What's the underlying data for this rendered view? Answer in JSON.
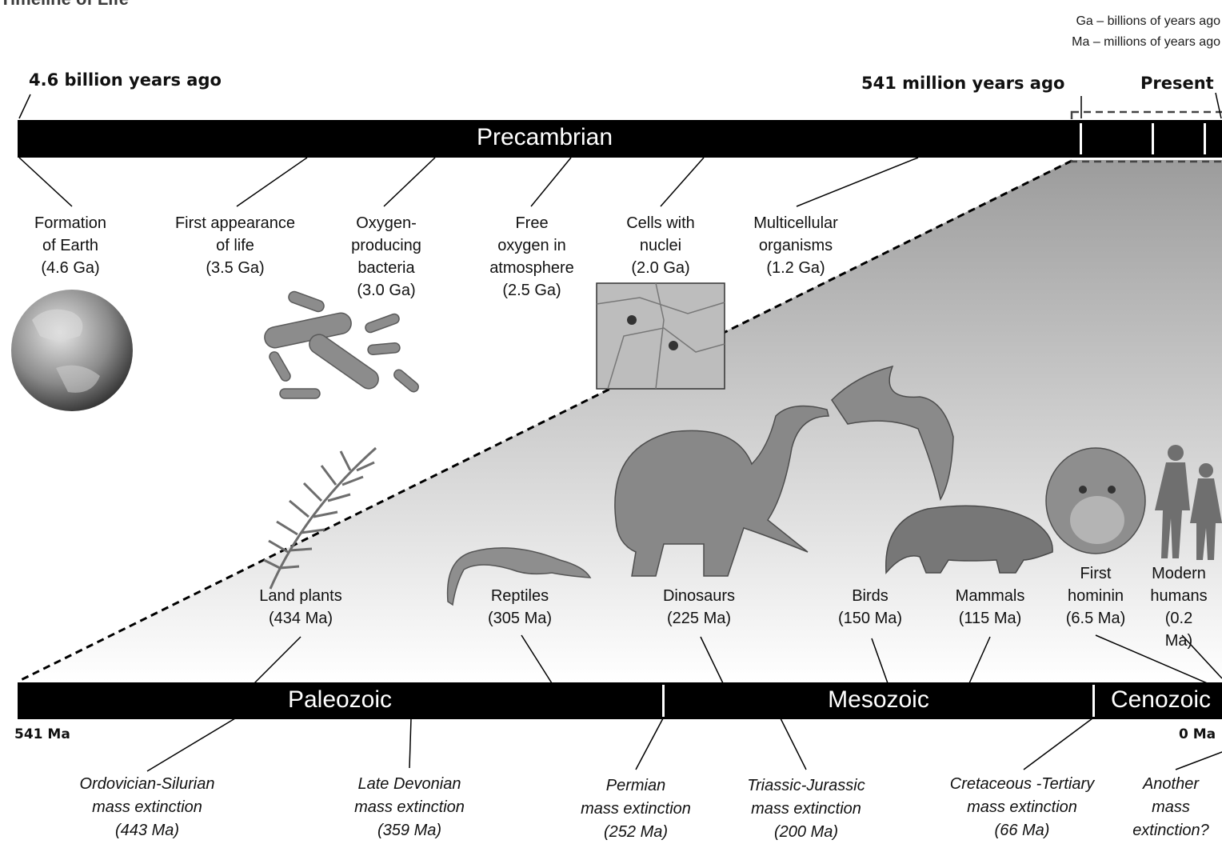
{
  "title": "Timeline of Life",
  "legend": [
    "Ga – billions of years ago",
    "Ma – millions of years ago"
  ],
  "top_bar": {
    "start_label": "4.6 billion years ago",
    "mid_label": "541 million years ago",
    "end_label": "Present",
    "era": "Precambrian"
  },
  "precambrian_events": [
    {
      "text": "Formation\nof Earth\n(4.6 Ga)"
    },
    {
      "text": "First appearance\nof life\n(3.5 Ga)"
    },
    {
      "text": "Oxygen-\nproducing\nbacteria\n(3.0 Ga)"
    },
    {
      "text": "Free\noxygen in\natmosphere\n(2.5 Ga)"
    },
    {
      "text": "Cells with\nnuclei\n(2.0 Ga)"
    },
    {
      "text": "Multicellular\norganisms\n(1.2 Ga)"
    }
  ],
  "phanerozoic_events": [
    {
      "text": "Land plants\n(434 Ma)"
    },
    {
      "text": "Reptiles\n(305 Ma)"
    },
    {
      "text": "Dinosaurs\n(225 Ma)"
    },
    {
      "text": "Birds\n(150 Ma)"
    },
    {
      "text": "Mammals\n(115 Ma)"
    },
    {
      "text": "First\nhominin\n(6.5 Ma)"
    },
    {
      "text": "Modern\nhumans\n(0.2 Ma)"
    }
  ],
  "bottom_bar": {
    "eras": [
      "Paleozoic",
      "Mesozoic",
      "Cenozoic"
    ],
    "start_tick": "541 Ma",
    "end_tick": "0 Ma"
  },
  "extinctions": [
    {
      "text": "Ordovician-Silurian\nmass extinction\n(443 Ma)"
    },
    {
      "text": "Late Devonian\nmass extinction\n(359 Ma)"
    },
    {
      "text": "Permian\nmass extinction\n(252 Ma)"
    },
    {
      "text": "Triassic-Jurassic\nmass extinction\n(200 Ma)"
    },
    {
      "text": "Cretaceous -Tertiary\nmass extinction\n(66 Ma)"
    },
    {
      "text": "Another\nmass\nextinction?"
    }
  ],
  "colors": {
    "bar": "#000000",
    "bar_text": "#ffffff",
    "zoom_gradient_top": "#9c9c9c",
    "zoom_gradient_bottom": "#ffffff"
  }
}
